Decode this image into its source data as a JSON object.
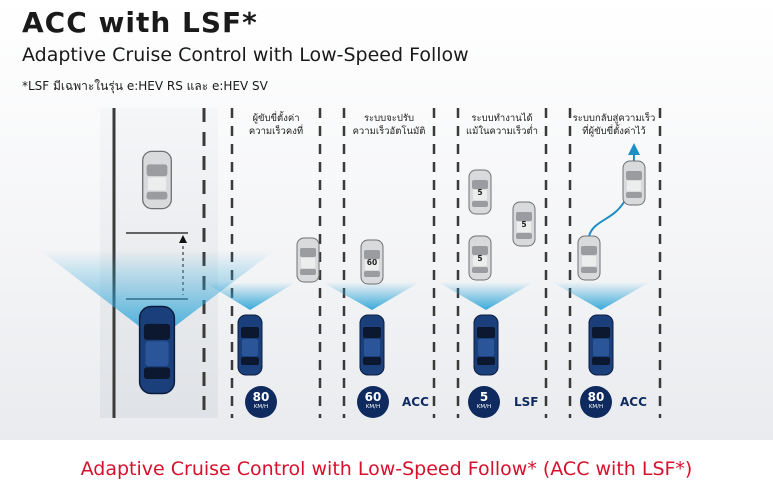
{
  "header": {
    "title": "ACC with LSF*",
    "subtitle": "Adaptive Cruise Control with Low-Speed Follow",
    "note": "*LSF มีเฉพาะในรุ่น e:HEV RS และ e:HEV SV"
  },
  "panels": [
    {
      "label_line1": "ผู้ขับขี่ตั้งค่า",
      "label_line2": "ความเร็วคงที่",
      "speed": "80",
      "unit": "KM/H",
      "mode": "",
      "lead_car_badge": ""
    },
    {
      "label_line1": "ระบบจะปรับ",
      "label_line2": "ความเร็วอัตโนมัติ",
      "speed": "60",
      "unit": "KM/H",
      "mode": "ACC",
      "lead_car_badge": "60"
    },
    {
      "label_line1": "ระบบทำงานได้",
      "label_line2": "แม้ในความเร็วต่ำ",
      "speed": "5",
      "unit": "KM/H",
      "mode": "LSF",
      "lead_car_badge": "5"
    },
    {
      "label_line1": "ระบบกลับสู่ความเร็ว",
      "label_line2": "ที่ผู้ขับขี่ตั้งค่าไว้",
      "speed": "80",
      "unit": "KM/H",
      "mode": "ACC",
      "lead_car_badge": ""
    }
  ],
  "footer": {
    "caption": "Adaptive Cruise Control with Low-Speed Follow* (ACC with LSF*)"
  },
  "colors": {
    "sensor_beam": "#2fa6d8",
    "ego_car": "#1a3f7a",
    "badge": "#0e2a5e",
    "footer_text": "#d7102c"
  }
}
